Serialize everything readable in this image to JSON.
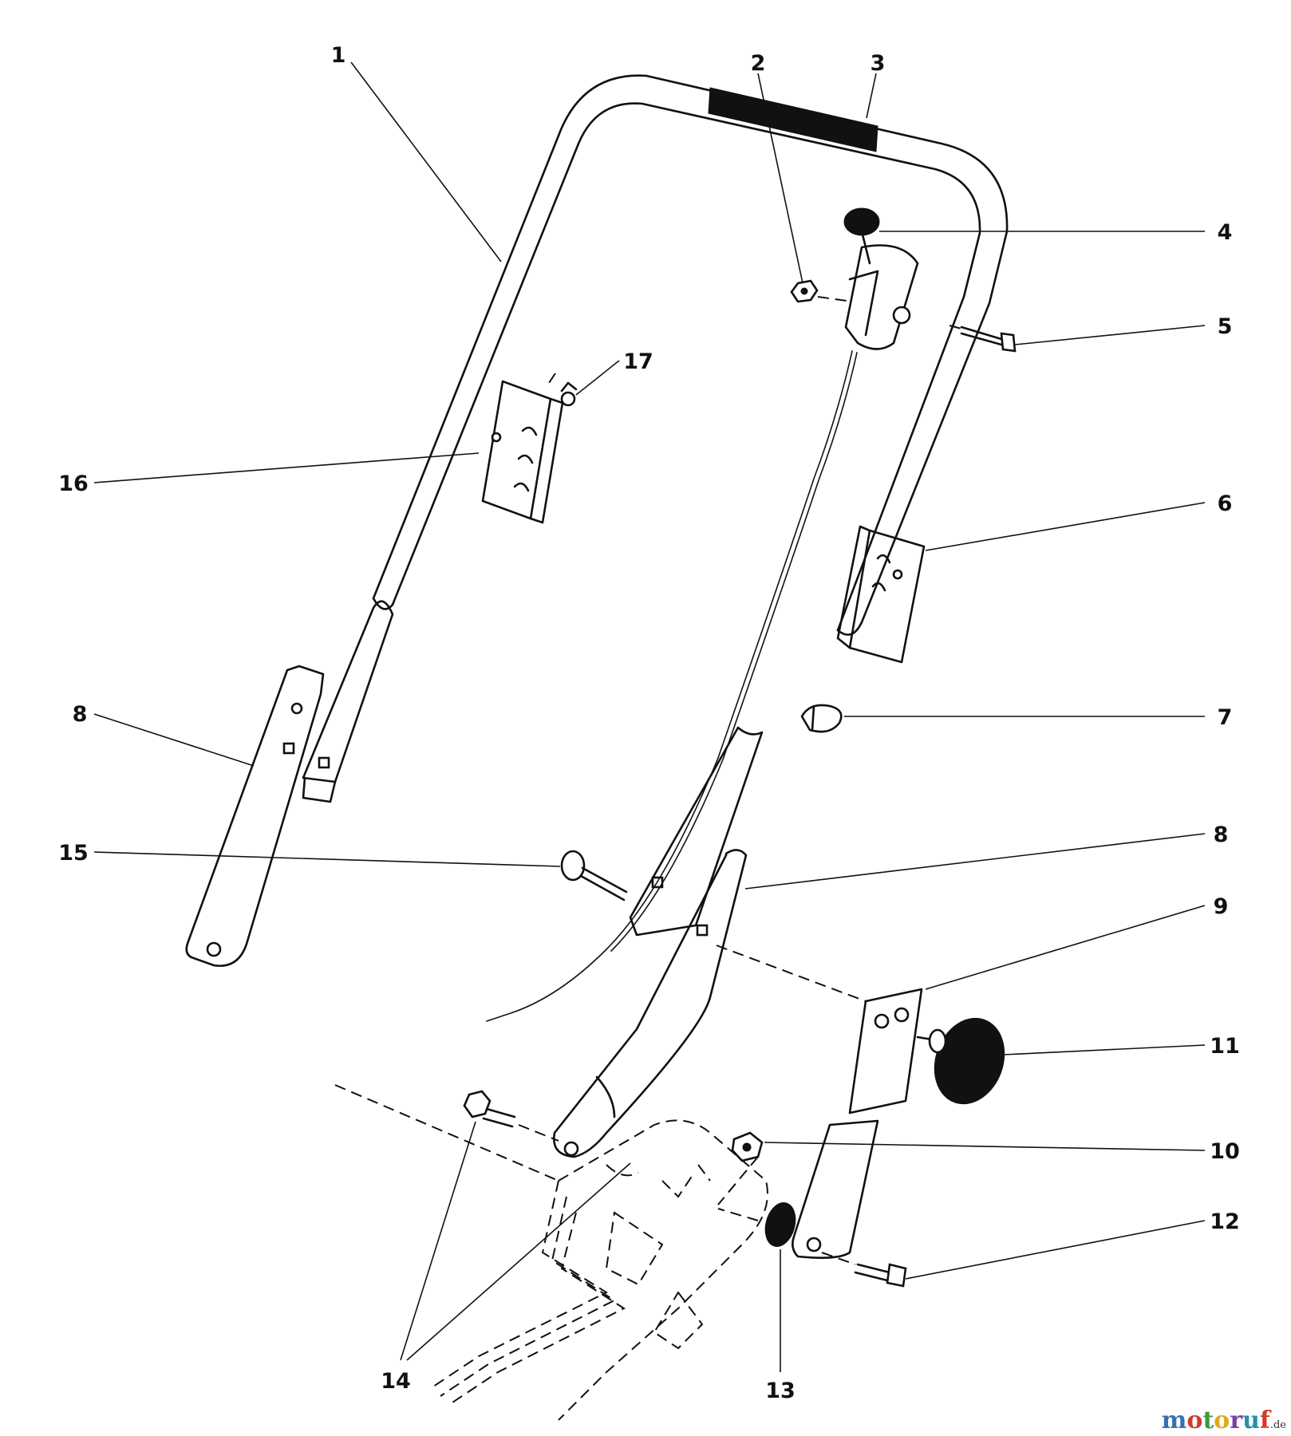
{
  "diagram": {
    "callouts": {
      "c1": "1",
      "c2": "2",
      "c3": "3",
      "c4": "4",
      "c5": "5",
      "c6": "6",
      "c7": "7",
      "c8a": "8",
      "c8b": "8",
      "c9": "9",
      "c10": "10",
      "c11": "11",
      "c12": "12",
      "c13": "13",
      "c14": "14",
      "c15": "15",
      "c16": "16",
      "c17": "17"
    }
  },
  "watermark": {
    "brand": "motoruf",
    "suffix": ".de",
    "colors": [
      "#3a6fb4",
      "#d23a2a",
      "#3c9a3c",
      "#e0a81c",
      "#7a3ea0",
      "#2a8fa8",
      "#d23a2a"
    ]
  }
}
